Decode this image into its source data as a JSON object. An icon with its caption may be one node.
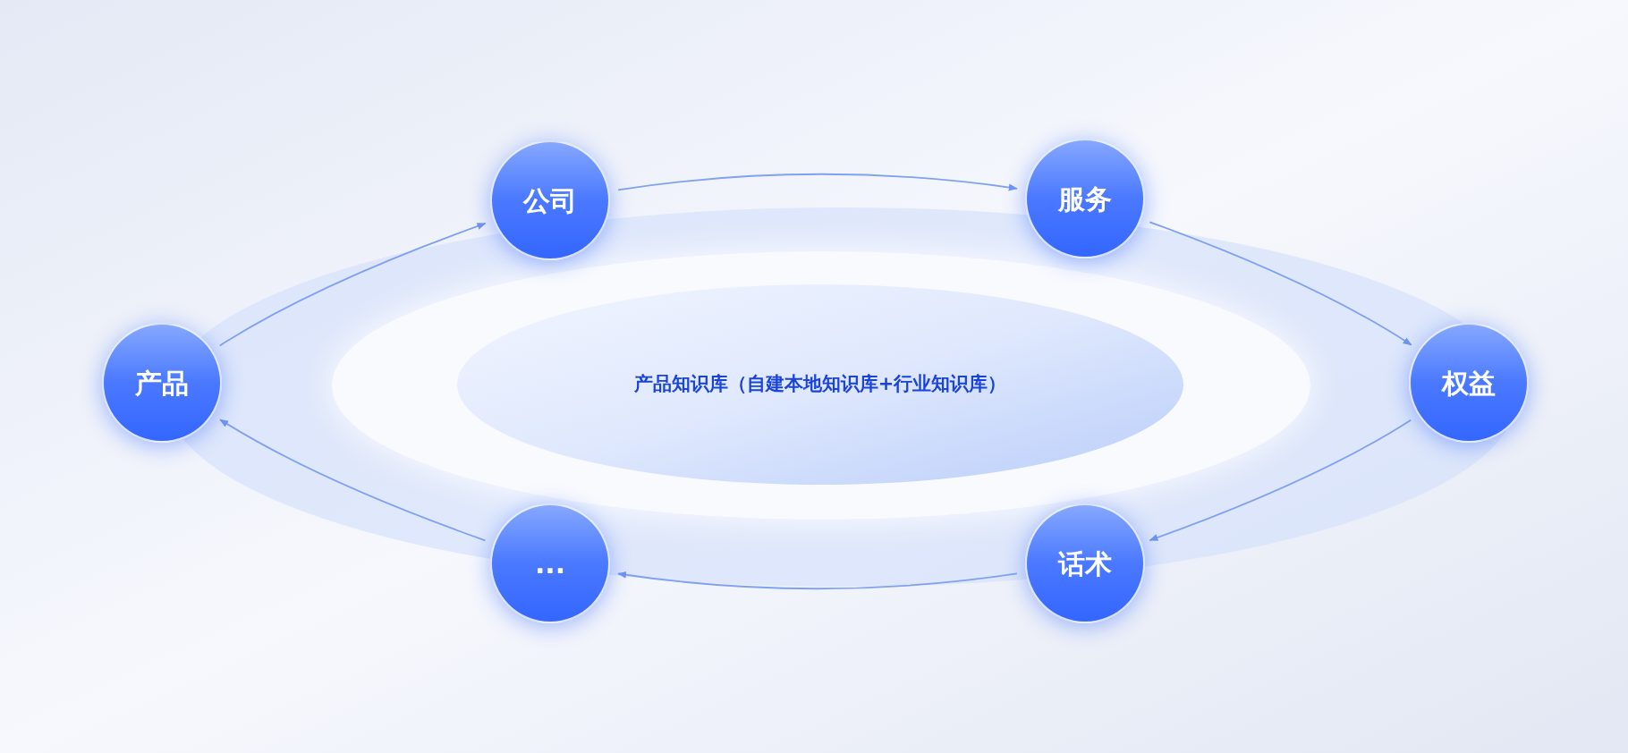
{
  "diagram": {
    "nodes": [
      {
        "text": [
          "公司"
        ]
      },
      {
        "text": [
          "服务"
        ]
      },
      {
        "text": [
          "产品"
        ]
      },
      {
        "text": [
          "产品知识库（自建本地知识库+行业知识库）"
        ]
      },
      {
        "text": [
          "权益"
        ]
      },
      {
        "text": [
          "..."
        ]
      },
      {
        "text": [
          "话术"
        ]
      }
    ],
    "edges": [
      {
        "from": 2,
        "to": 0,
        "arrow": "to"
      },
      {
        "from": 0,
        "to": 1,
        "arrow": "to"
      },
      {
        "from": 1,
        "to": 4,
        "arrow": "to"
      },
      {
        "from": 4,
        "to": 6,
        "arrow": "to"
      },
      {
        "from": 6,
        "to": 5,
        "arrow": "to"
      },
      {
        "from": 5,
        "to": 2,
        "arrow": "to"
      }
    ]
  }
}
